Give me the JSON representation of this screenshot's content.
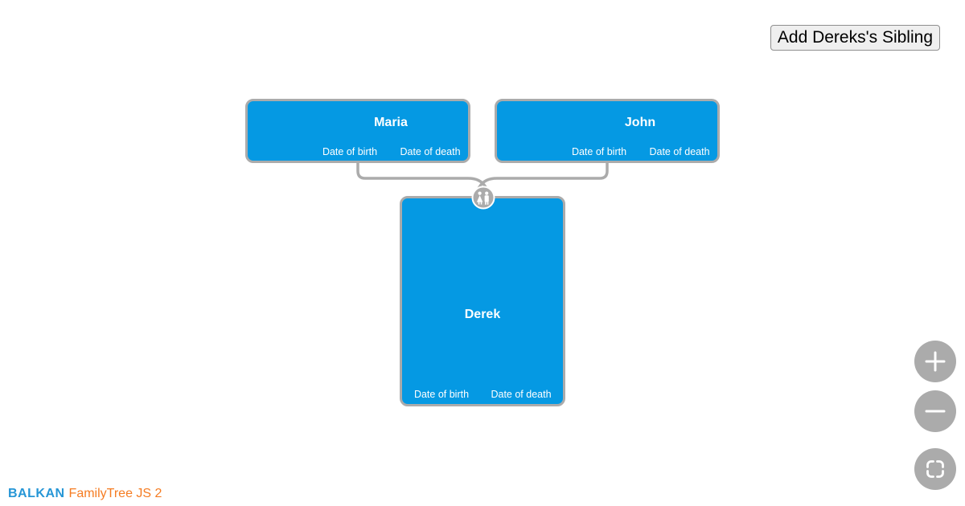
{
  "toolbar": {
    "add_sibling_button": "Add Dereks's Sibling"
  },
  "tree": {
    "nodes": [
      {
        "name": "Maria",
        "fields": {
          "birth": "Date of birth",
          "death": "Date of death"
        }
      },
      {
        "name": "John",
        "fields": {
          "birth": "Date of birth",
          "death": "Date of death"
        }
      },
      {
        "name": "Derek",
        "fields": {
          "birth": "Date of birth",
          "death": "Date of death"
        }
      }
    ],
    "structure": {
      "couple": [
        "Maria",
        "John"
      ],
      "child_of_couple": "Derek"
    },
    "junction_icon": "couple-icon"
  },
  "controls": {
    "zoom_in_icon": "plus-icon",
    "zoom_out_icon": "minus-icon",
    "fit_icon": "fit-screen-icon"
  },
  "footer": {
    "brand": "BALKAN",
    "product": "FamilyTree JS 2"
  },
  "colors": {
    "node_fill": "#0599E3",
    "node_border": "#ABABAB",
    "link": "#ABABAB",
    "junction_fill": "#ABABAB",
    "control_button_bg": "#ABABAB",
    "button_bg": "#EFEFEF",
    "brand_blue": "#2696D6",
    "brand_orange": "#F57C22",
    "node_text": "#FFFFFF"
  }
}
